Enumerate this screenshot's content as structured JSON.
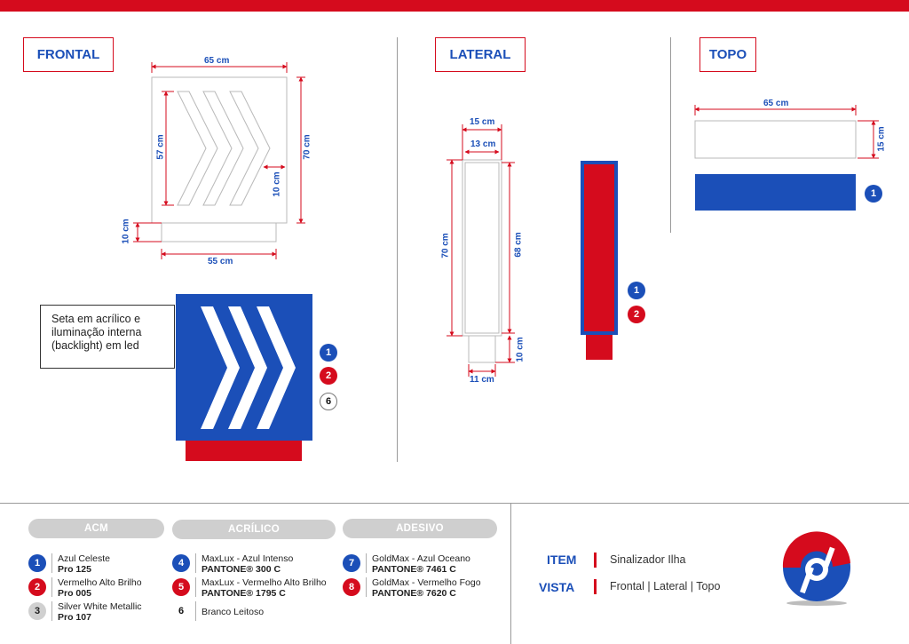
{
  "views": {
    "frontal": "FRONTAL",
    "lateral": "LATERAL",
    "topo": "TOPO"
  },
  "dimensions": {
    "frontal": {
      "width": "65 cm",
      "height": "70 cm",
      "arrow_height": "57 cm",
      "arrow_offset": "10 cm",
      "base_height": "10 cm",
      "base_width": "55 cm"
    },
    "lateral": {
      "outer_width": "15 cm",
      "inner_width": "13 cm",
      "height": "70 cm",
      "inner_height": "68 cm",
      "base_height": "10 cm",
      "base_width": "11 cm"
    },
    "topo": {
      "width": "65 cm",
      "depth": "15 cm"
    }
  },
  "note": {
    "line1": "Seta em acrílico  e",
    "line2": "iluminação interna",
    "line3": "(backlight) em led"
  },
  "callouts": {
    "frontal": [
      "1",
      "2",
      "6"
    ],
    "lateral": [
      "1",
      "2"
    ],
    "topo": [
      "1"
    ]
  },
  "legend": {
    "groups": [
      "ACM",
      "ACRÍLICO",
      "ADESIVO"
    ],
    "items": [
      {
        "num": "1",
        "name": "Azul Celeste",
        "code": "Pro 125"
      },
      {
        "num": "2",
        "name": "Vermelho Alto Brilho",
        "code": "Pro 005"
      },
      {
        "num": "3",
        "name": "Silver White Metallic",
        "code": "Pro 107"
      },
      {
        "num": "4",
        "name": "MaxLux - Azul Intenso",
        "code": "PANTONE® 300 C"
      },
      {
        "num": "5",
        "name": "MaxLux - Vermelho Alto Brilho",
        "code": "PANTONE® 1795 C"
      },
      {
        "num": "6",
        "name": "Branco Leitoso",
        "code": ""
      },
      {
        "num": "7",
        "name": "GoldMax - Azul Oceano",
        "code": "PANTONE® 7461 C"
      },
      {
        "num": "8",
        "name": "GoldMax - Vermelho Fogo",
        "code": "PANTONE® 7620 C"
      }
    ]
  },
  "info": {
    "item_label": "ITEM",
    "item_value": "Sinalizador Ilha",
    "view_label": "VISTA",
    "view_value": "Frontal | Lateral | Topo"
  },
  "colors": {
    "blue": "#1b4fb8",
    "red": "#d50b1d",
    "grey": "#cfcfcf"
  }
}
